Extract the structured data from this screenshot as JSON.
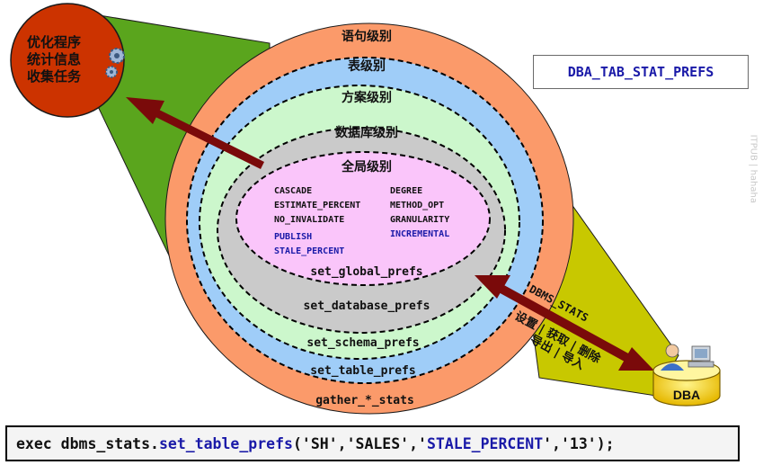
{
  "task": {
    "line1": "优化程序",
    "line2": "统计信息",
    "line3": "收集任务"
  },
  "levels": {
    "statement": "语句级别",
    "table": "表级别",
    "schema": "方案级别",
    "database": "数据库级别",
    "global": "全局级别"
  },
  "prefs": {
    "col1": [
      "CASCADE",
      "ESTIMATE_PERCENT",
      "NO_INVALIDATE"
    ],
    "col1_blue": [
      "PUBLISH",
      "STALE_PERCENT"
    ],
    "col2": [
      "DEGREE",
      "METHOD_OPT",
      "GRANULARITY"
    ],
    "col2_blue": [
      "INCREMENTAL"
    ]
  },
  "procedures": {
    "global": "set_global_prefs",
    "database": "set_database_prefs",
    "schema": "set_schema_prefs",
    "table": "set_table_prefs",
    "gather": "gather_*_stats"
  },
  "view_name": "DBA_TAB_STAT_PREFS",
  "arrow_label": "DBMS_STATS",
  "ops": {
    "line1": "设置 | 获取 | 删除",
    "line2": "导出 | 导入"
  },
  "dba_label": "DBA",
  "command": {
    "p1": "exec dbms_stats.",
    "p2": "set_table_prefs",
    "p3": "('SH','SALES','",
    "p4": "STALE_PERCENT",
    "p5": "','13');"
  },
  "colors": {
    "statement": "#fb9a6a",
    "table": "#9fcdf8",
    "schema": "#ccf7cc",
    "database": "#cacaca",
    "global": "#fac5fa",
    "task_circle": "#cc3300",
    "left_beam": "#5aa51d",
    "right_beam": "#c8c800",
    "arrow": "#7a0a0a",
    "blue_text": "#1a1aa8"
  },
  "watermark": "ITPUB | hahaha"
}
